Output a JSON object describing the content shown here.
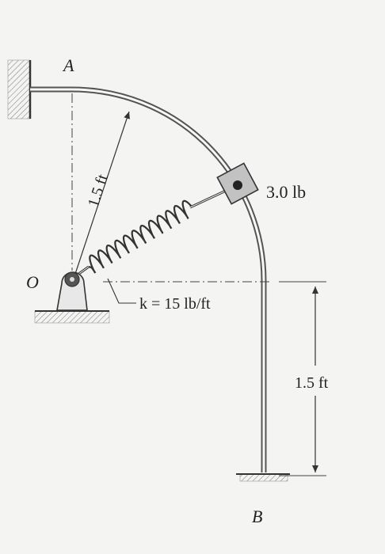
{
  "labels": {
    "point_a": "A",
    "point_o": "O",
    "point_b": "B",
    "radius": "1.5 ft",
    "weight": "3.0 lb",
    "spring_constant": "k = 15 lb/ft",
    "height": "1.5 ft"
  },
  "colors": {
    "background": "#f4f4f2",
    "rod": "#666666",
    "line": "#333333",
    "collar": "#bdbdbd",
    "ground": "#b0b0b0"
  }
}
